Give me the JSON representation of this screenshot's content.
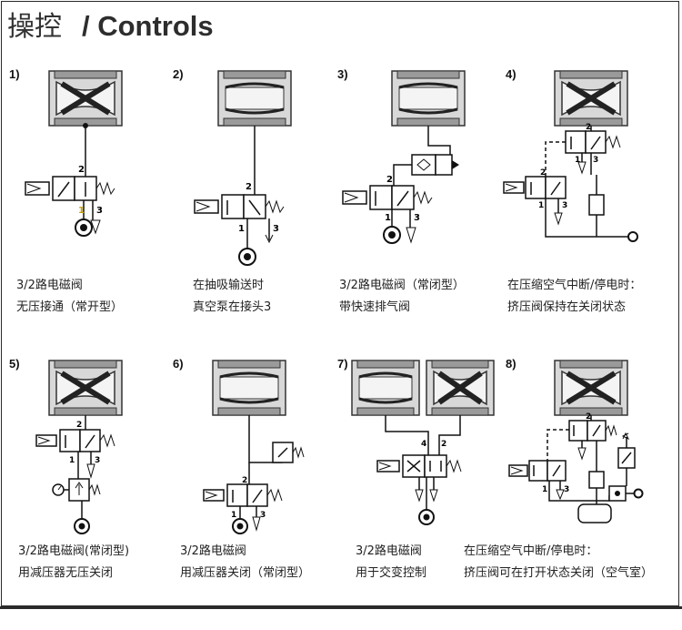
{
  "title": {
    "cn": "操控",
    "en": "/ Controls"
  },
  "panels": [
    {
      "num": "1)",
      "lines": [
        "3/2路电磁阀",
        "无压接通（常开型）"
      ],
      "ports": [
        "2",
        "1",
        "3"
      ]
    },
    {
      "num": "2)",
      "lines": [
        "在抽吸输送时",
        "真空泵在接头3"
      ],
      "ports": [
        "2",
        "1",
        "3"
      ]
    },
    {
      "num": "3)",
      "lines": [
        "3/2路电磁阀（常闭型）",
        "带快速排气阀"
      ],
      "ports": [
        "2",
        "1",
        "3"
      ]
    },
    {
      "num": "4)",
      "lines": [
        "在压缩空气中断/停电时：",
        "挤压阀保持在关闭状态"
      ],
      "ports": [
        "2",
        "1",
        "3",
        "2",
        "1",
        "3"
      ]
    },
    {
      "num": "5)",
      "lines": [
        "3/2路电磁阀(常闭型)",
        "用减压器无压关闭"
      ],
      "ports": [
        "2",
        "1",
        "3"
      ]
    },
    {
      "num": "6)",
      "lines": [
        "3/2路电磁阀",
        "用减压器关闭（常闭型）"
      ],
      "ports": [
        "2",
        "1",
        "3"
      ]
    },
    {
      "num": "7)",
      "lines": [
        "3/2路电磁阀",
        "用于交变控制"
      ],
      "ports": [
        "4",
        "2"
      ]
    },
    {
      "num": "8)",
      "lines": [
        "在压缩空气中断/停电时：",
        "挤压阀可在打开状态关闭（空气室）"
      ],
      "ports": [
        "2",
        "1",
        "3"
      ]
    }
  ]
}
